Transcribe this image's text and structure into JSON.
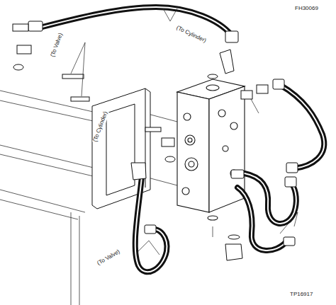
{
  "diagram": {
    "labels": [
      "FH30069",
      "(To Valve)",
      "(To Cylinder)",
      "(To Cylinder)",
      "(To Valve)",
      "TP16917"
    ]
  }
}
